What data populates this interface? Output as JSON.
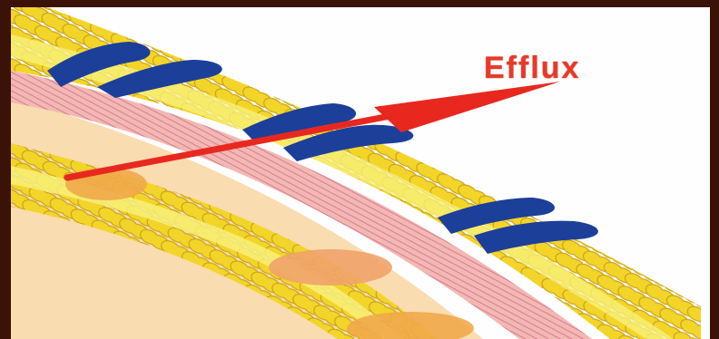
{
  "labels": {
    "efflux": "Efflux"
  },
  "colors": {
    "lipid_head": "#f3d52a",
    "lipid_head_edge": "#c9a514",
    "lipid_tail_band": "#f7f07a",
    "channel": "#1c3f9a",
    "cell_wall": "#f2b6b0",
    "cell_wall_lines": "#d66c8a",
    "cytoplasm": "#f9dcb0",
    "arrow": "#e8281e",
    "background": "#fefefe"
  },
  "icons": {
    "arrow": "red-efflux-arrow",
    "channel": "blue-porin-channel"
  }
}
